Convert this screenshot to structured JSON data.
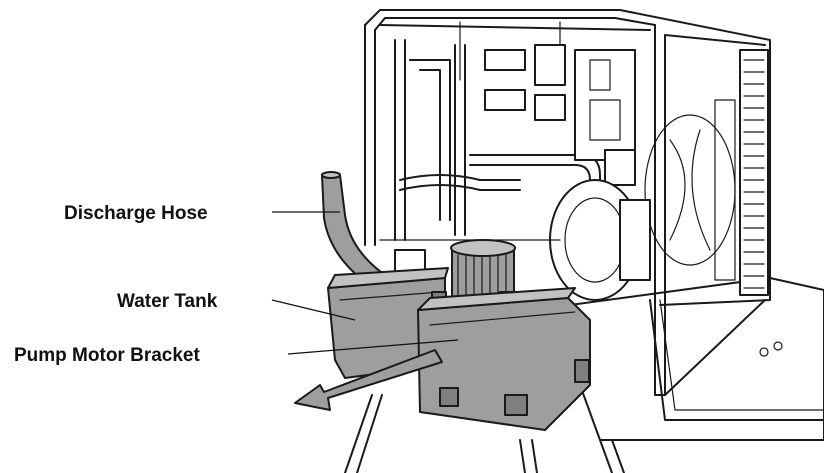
{
  "callouts": {
    "discharge_hose": "Discharge Hose",
    "water_tank": "Water Tank",
    "pump_motor_bracket": "Pump Motor Bracket"
  },
  "colors": {
    "line": "#1a1a1a",
    "part_fill": "#9e9e9e",
    "part_fill_dark": "#7f7f7f",
    "part_fill_light": "#c2c2c2",
    "background": "#ffffff"
  }
}
